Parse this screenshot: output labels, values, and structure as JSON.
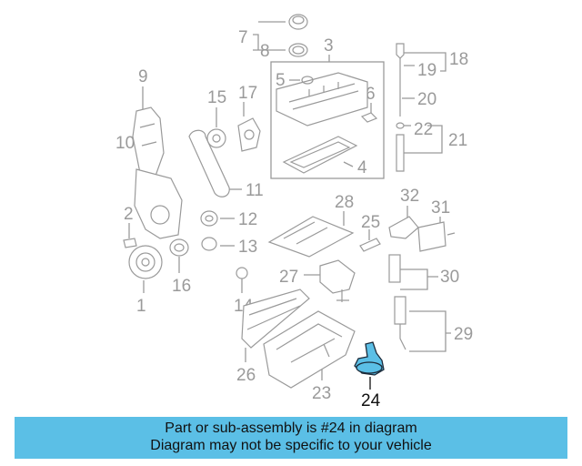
{
  "diagram": {
    "highlighted_part": "24",
    "callouts": [
      "1",
      "2",
      "3",
      "4",
      "5",
      "6",
      "7",
      "8",
      "9",
      "10",
      "11",
      "12",
      "13",
      "14",
      "15",
      "16",
      "17",
      "18",
      "19",
      "20",
      "21",
      "22",
      "23",
      "24",
      "25",
      "26",
      "27",
      "28",
      "29",
      "30",
      "31",
      "32"
    ]
  },
  "banner": {
    "line1": "Part or sub-assembly is #24 in diagram",
    "line2": "Diagram may not be specific to your vehicle"
  },
  "colors": {
    "highlight_fill": "#5bbfe6",
    "banner_bg": "#5bbfe6",
    "line_art": "#9a9a9a",
    "highlight_text": "#111111"
  }
}
